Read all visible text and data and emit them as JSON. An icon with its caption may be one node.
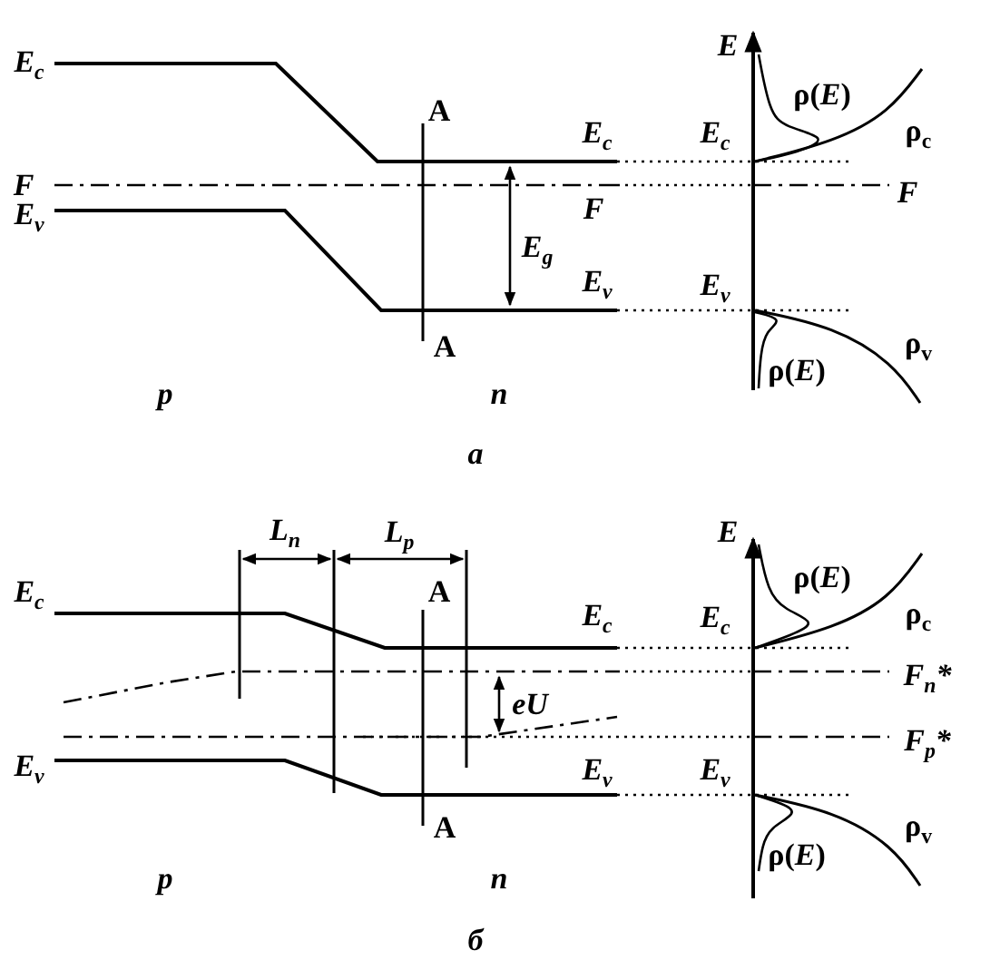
{
  "diagram": {
    "labels": [
      "E$_{c}$",
      "E",
      "ρ(*E*)",
      "A",
      "E$_{c}$",
      "E$_{c}$",
      "ρ$_{c}$",
      "F",
      "F",
      "E$_{v}$",
      "F",
      "E$_{g}$",
      "E$_{v}$",
      "E$_{v}$",
      "A",
      "ρ$_{v}$",
      "ρ(*E*)",
      "p",
      "n",
      "a",
      "E",
      "L$_{n}$",
      "L$_{p}$",
      "A",
      "ρ(*E*)",
      "E$_{c}$",
      "E$_{c}$",
      "E$_{c}$",
      "ρ$_{c}$",
      "F$_{n}$*",
      "eU",
      "F$_{p}$*",
      "E$_{v}$",
      "E$_{v}$",
      "E$_{v}$",
      "A",
      "ρ$_{v}$",
      "ρ(*E*)",
      "p",
      "n",
      "б"
    ]
  }
}
